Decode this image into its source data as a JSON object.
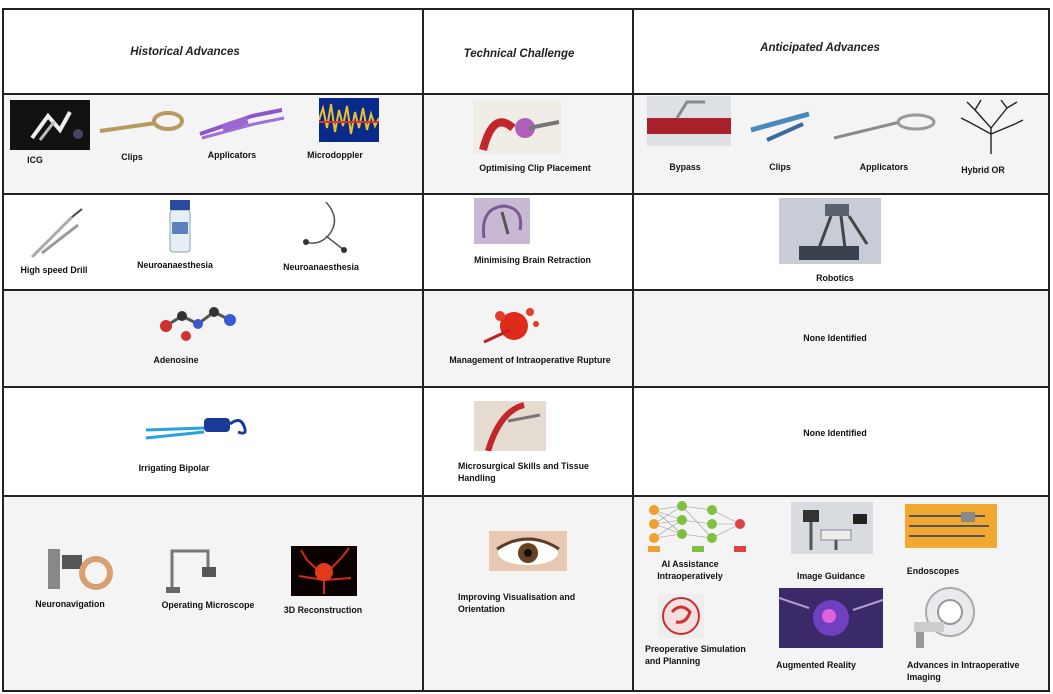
{
  "headers": {
    "historical": "Historical Advances",
    "challenge": "Technical Challenge",
    "anticipated": "Anticipated Advances"
  },
  "rows": [
    {
      "historical": [
        "ICG",
        "Clips",
        "Applicators",
        "Microdoppler"
      ],
      "challenge": "Optimising Clip Placement",
      "anticipated": [
        "Bypass",
        "Clips",
        "Applicators",
        "Hybrid OR"
      ]
    },
    {
      "historical": [
        "High speed Drill",
        "Neuroanaesthesia",
        "Neuroanaesthesia"
      ],
      "challenge": "Minimising Brain Retraction",
      "anticipated": [
        "Robotics"
      ]
    },
    {
      "historical": [
        "Adenosine"
      ],
      "challenge": "Management of Intraoperative Rupture",
      "anticipated_text": "None Identified"
    },
    {
      "historical": [
        "Irrigating Bipolar"
      ],
      "challenge_line1": "Microsurgical Skills and Tissue",
      "challenge_line2": "Handling",
      "anticipated_text": "None Identified"
    },
    {
      "historical": [
        "Neuronavigation",
        "Operating Microscope",
        "3D Reconstruction"
      ],
      "challenge_line1": "Improving Visualisation and",
      "challenge_line2": "Orientation",
      "anticipated": [
        {
          "line1": "AI Assistance",
          "line2": "Intraoperatively"
        },
        {
          "line1": "Image Guidance"
        },
        {
          "line1": "Endoscopes"
        },
        {
          "line1": "Preoperative Simulation",
          "line2": "and Planning"
        },
        {
          "line1": "Augmented Reality"
        },
        {
          "line1": "Advances in Intraoperative",
          "line2": "Imaging"
        }
      ]
    }
  ]
}
